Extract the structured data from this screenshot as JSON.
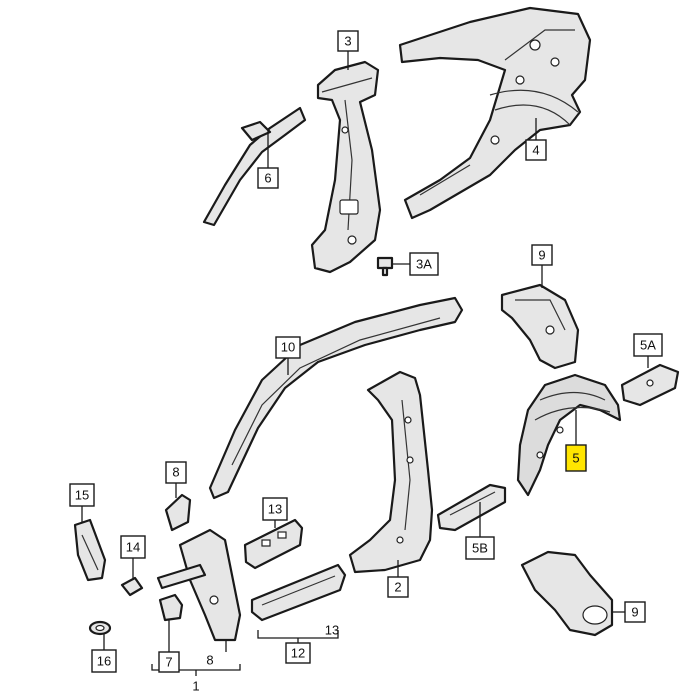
{
  "callouts": {
    "c1": "1",
    "c2": "2",
    "c3": "3",
    "c3a": "3A",
    "c4": "4",
    "c5": "5",
    "c5a": "5A",
    "c5b": "5B",
    "c6": "6",
    "c7": "7",
    "c8a": "8",
    "c8b": "8",
    "c9a": "9",
    "c9b": "9",
    "c10": "10",
    "c12": "12",
    "c13a": "13",
    "c13b": "13",
    "c14": "14",
    "c15": "15",
    "c16": "16"
  },
  "highlight_color": "#ffe500"
}
